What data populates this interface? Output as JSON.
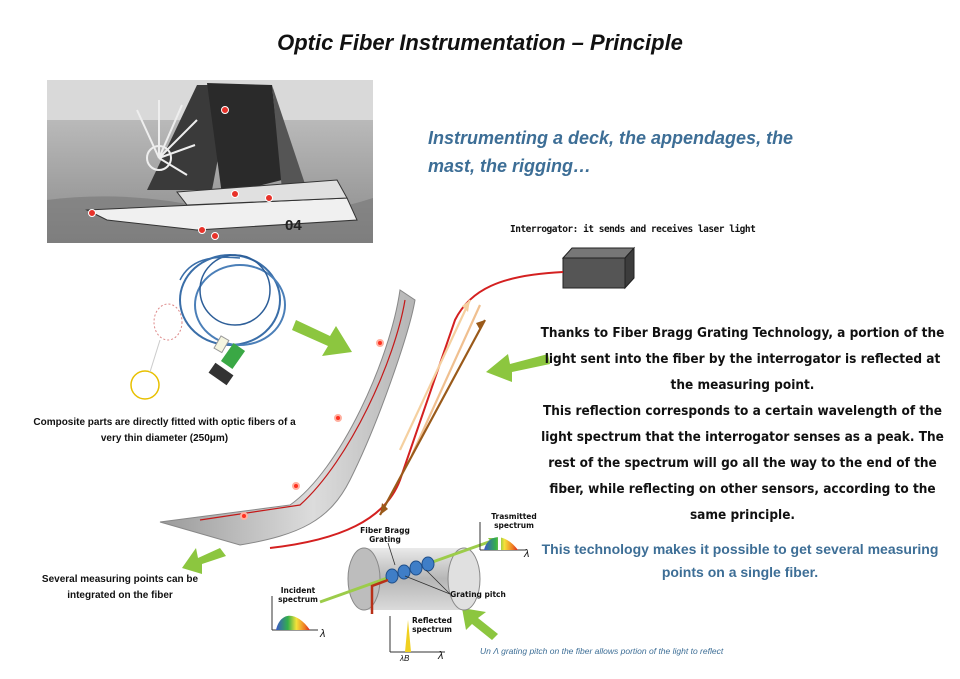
{
  "title": "Optic Fiber Instrumentation – Principle",
  "subtitle": "Instrumenting a deck, the appendages, the mast, the rigging…",
  "interrogator_label": "Interrogator: it sends and receives laser light",
  "main_paragraphs": [
    "Thanks to Fiber Bragg Grating Technology, a portion of the light sent into the fiber by the interrogator is reflected at the measuring point.",
    "This reflection corresponds to a certain wavelength of the light spectrum that the interrogator senses as a peak. The rest of the spectrum will go all the way to the end of the fiber, while reflecting on other sensors, according to the same principle."
  ],
  "tech_text": "This technology makes it possible to get several measuring points on a single fiber.",
  "composite_text": "Composite parts are directly fitted with optic fibers of a very thin diameter (250μm)",
  "several_text": "Several measuring points can be integrated on the fiber",
  "footnote": "Un Λ grating pitch on the fiber allows portion of the light to reflect",
  "boat": {
    "sail_number": "04"
  },
  "fbg": {
    "fiber_label": "Fiber Bragg Grating",
    "transmitted_label": "Trasmitted spectrum",
    "incident_label": "Incident spectrum",
    "reflected_label": "Reflected spectrum",
    "grating_label": "Grating pitch",
    "lambda": "λ",
    "lambda_b": "λB"
  },
  "colors": {
    "accent_blue": "#3d6e96",
    "arrow_green": "#8cc63f",
    "fiber_red": "#d42020",
    "sensor_red": "#e8322a"
  }
}
